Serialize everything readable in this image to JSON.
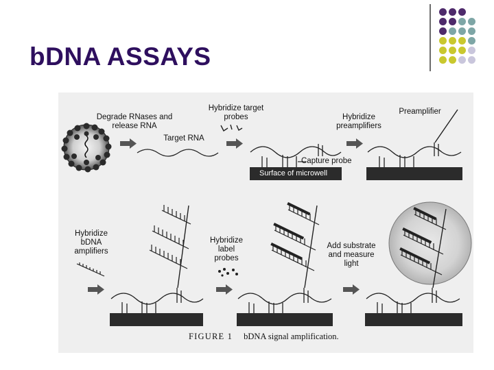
{
  "slide": {
    "title": "bDNA ASSAYS"
  },
  "figure": {
    "labels": {
      "degrade": "Degrade RNases and release RNA",
      "target_rna": "Target RNA",
      "hyb_target": "Hybridize target probes",
      "hyb_preamp": "Hybridize preamplifiers",
      "preamplifier": "Preamplifier",
      "capture_probe": "Capture probe",
      "surface": "Surface of microwell",
      "hyb_bdna": "Hybridize bDNA amplifiers",
      "hyb_label": "Hybridize label probes",
      "add_substrate": "Add substrate and measure light"
    },
    "caption_number": "FIGURE 1",
    "caption_text": "bDNA signal amplification."
  },
  "decor": {
    "dot_colors": {
      "purple": "#4e2a6b",
      "teal": "#7ea6a6",
      "yellow": "#c9c82e",
      "lavender": "#c9c6dc"
    }
  }
}
